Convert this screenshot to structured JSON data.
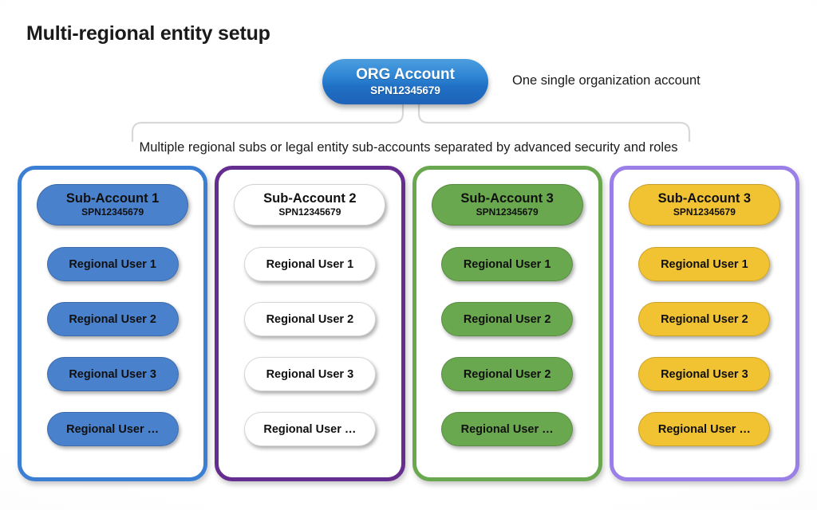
{
  "slide": {
    "title": "Multi-regional entity setup",
    "background_color": "#ffffff"
  },
  "org": {
    "name": "ORG Account",
    "spn": "SPN12345679",
    "note": "One single organization account",
    "fill_color": "#2f86d4",
    "text_color": "#ffffff"
  },
  "brace": {
    "caption": "Multiple regional subs or legal entity sub-accounts separated by advanced security and roles",
    "line_color": "#d5d5d5"
  },
  "columns": [
    {
      "border_color": "#3b7fd4",
      "pill_color": "#4a81cc",
      "account": {
        "name": "Sub-Account 1",
        "spn": "SPN12345679"
      },
      "users": [
        "Regional User 1",
        "Regional User 2",
        "Regional User 3",
        "Regional User …"
      ]
    },
    {
      "border_color": "#662d91",
      "pill_color": "#a islands",
      "account": {
        "name": "Sub-Account 2",
        "spn": "SPN12345679"
      },
      "users": [
        "Regional User 1",
        "Regional User 2",
        "Regional User 3",
        "Regional User …"
      ]
    },
    {
      "border_color": "#6aa84f",
      "pill_color": "#6aa84f",
      "account": {
        "name": "Sub-Account 3",
        "spn": "SPN12345679"
      },
      "users": [
        "Regional User 1",
        "Regional User 2",
        "Regional User 2",
        "Regional User …"
      ]
    },
    {
      "border_color": "#9b7fe8",
      "pill_color": "#f1c232",
      "account": {
        "name": "Sub-Account 3",
        "spn": "SPN12345679"
      },
      "users": [
        "Regional User 1",
        "Regional User 2",
        "Regional User 3",
        "Regional User …"
      ]
    }
  ]
}
